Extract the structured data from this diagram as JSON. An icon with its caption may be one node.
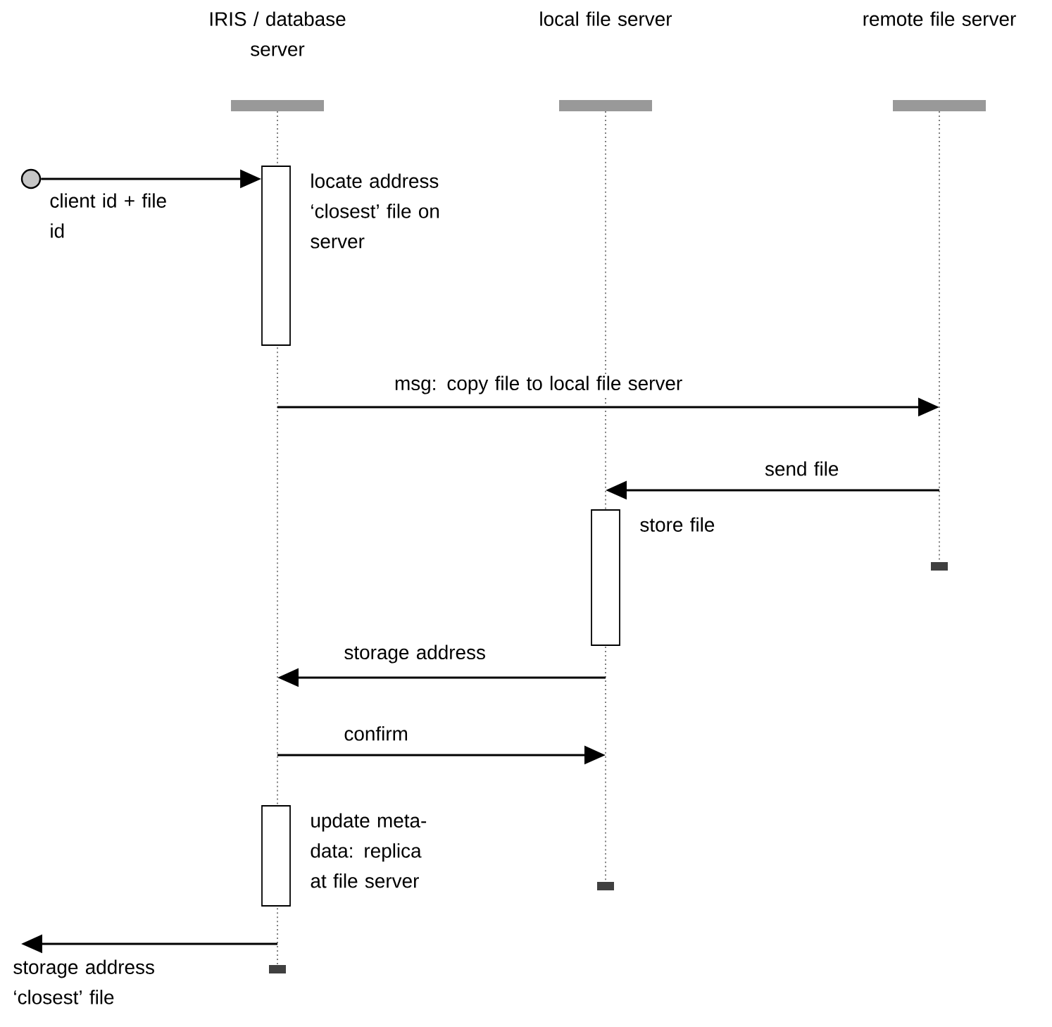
{
  "diagram": {
    "nodes": [
      {
        "text": [
          "IRIS / database server"
        ]
      },
      {
        "text": [
          "local file server"
        ]
      },
      {
        "text": [
          "remote file server"
        ]
      },
      {
        "text": [],
        "shape": "bar"
      },
      {
        "text": [],
        "shape": "bar"
      },
      {
        "text": [],
        "shape": "bar"
      },
      {
        "text": [],
        "shape": "circle"
      },
      {
        "text": [],
        "shape": "box",
        "beside": [
          "locate address ‘closest’ file on server"
        ]
      },
      {
        "text": [],
        "shape": "box",
        "beside": [
          "store file"
        ]
      },
      {
        "text": [],
        "shape": "box",
        "beside": [
          "update meta-data: replica at file server"
        ]
      }
    ],
    "edges": [
      {
        "from": 6,
        "to": 7,
        "arrow": "to",
        "label": "client id + file id"
      },
      {
        "from": 3,
        "to": 5,
        "arrow": "to",
        "label": "msg: copy file to local file server"
      },
      {
        "from": 5,
        "to": 4,
        "arrow": "to",
        "label": "send file"
      },
      {
        "from": 4,
        "to": 3,
        "arrow": "to",
        "label": "storage address"
      },
      {
        "from": 3,
        "to": 4,
        "arrow": "to",
        "label": "confirm"
      },
      {
        "from": 3,
        "to": null,
        "arrow": "to",
        "label": "storage address ‘closest’ file"
      }
    ]
  }
}
